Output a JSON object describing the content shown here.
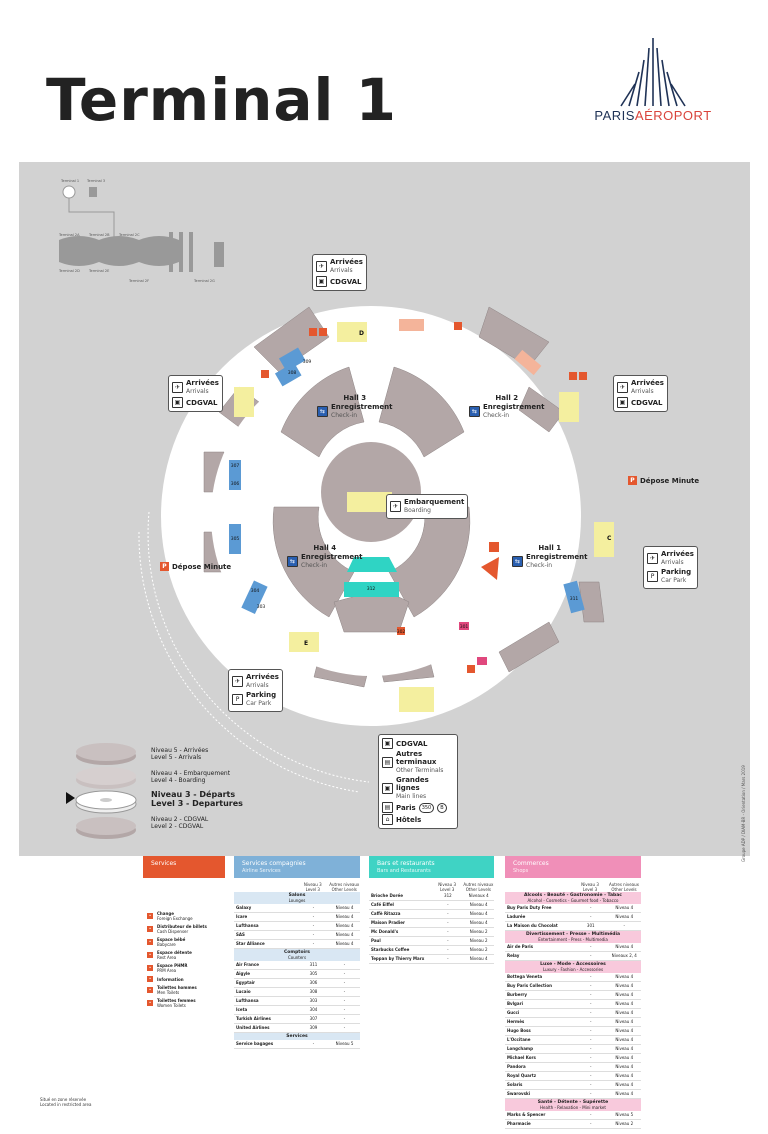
{
  "title": "Terminal 1",
  "brand": {
    "name_left": "PARIS",
    "name_right": "AÉROPORT"
  },
  "side_note": "Groupe ADP / DIAM-BR - Orientation / Mars 2019",
  "mini_map": {
    "labels": [
      "Terminal 1",
      "Terminal 3",
      "Terminal 2A",
      "Terminal 2B",
      "Terminal 2C",
      "Terminal 2D",
      "Terminal 2E",
      "Terminal 2F",
      "Terminal 2G"
    ]
  },
  "map": {
    "halls": [
      {
        "name": "Hall 3",
        "fr": "Enregistrement",
        "en": "Check-in"
      },
      {
        "name": "Hall 2",
        "fr": "Enregistrement",
        "en": "Check-in"
      },
      {
        "name": "Hall 4",
        "fr": "Enregistrement",
        "en": "Check-in"
      },
      {
        "name": "Hall 1",
        "fr": "Enregistrement",
        "en": "Check-in"
      }
    ],
    "boarding": {
      "fr": "Embarquement",
      "en": "Boarding"
    },
    "doors": [
      "D",
      "C",
      "E"
    ],
    "rooms": [
      "309",
      "308",
      "307",
      "306",
      "305",
      "304",
      "303",
      "312",
      "311",
      "302",
      "301"
    ],
    "depose_minute": "Dépose Minute",
    "box_arrivees_fr": "Arrivées",
    "box_arrivees_en": "Arrivals",
    "box_cdgval": "CDGVAL",
    "box_parking_fr": "Parking",
    "box_parking_en": "Car Park",
    "bottom_box": [
      {
        "fr": "CDGVAL",
        "en": ""
      },
      {
        "fr": "Autres terminaux",
        "en": "Other Terminals"
      },
      {
        "fr": "Grandes lignes",
        "en": "Main lines"
      },
      {
        "fr": "Paris",
        "en": ""
      },
      {
        "fr": "Hôtels",
        "en": ""
      }
    ],
    "bus_lines": [
      "350",
      "B"
    ]
  },
  "levels": [
    {
      "fr": "Niveau 5 - Arrivées",
      "en": "Level 5 - Arrivals"
    },
    {
      "fr": "Niveau 4 - Embarquement",
      "en": "Level 4 - Boarding"
    },
    {
      "fr": "Niveau 3 - Départs",
      "en": "Level 3 - Departures",
      "active": true
    },
    {
      "fr": "Niveau 2 - CDGVAL",
      "en": "Level 2 - CDGVAL"
    }
  ],
  "columns": {
    "services": {
      "title_fr": "Services",
      "color": "#e4572e",
      "items": [
        {
          "fr": "Change",
          "en": "Foreign Exchange"
        },
        {
          "fr": "Distributeur de billets",
          "en": "Cash Dispenser"
        },
        {
          "fr": "Espace bébé",
          "en": "Babycare"
        },
        {
          "fr": "Espace détente",
          "en": "Rest Area"
        },
        {
          "fr": "Espace PHMR",
          "en": "PRM Area"
        },
        {
          "fr": "Information",
          "en": ""
        },
        {
          "fr": "Toilettes hommes",
          "en": "Men Toilets"
        },
        {
          "fr": "Toilettes femmes",
          "en": "Women Toilets"
        }
      ]
    },
    "airline": {
      "title_fr": "Services compagnies",
      "title_en": "Airline Services",
      "color": "#7fb1d8",
      "hdr": [
        "",
        "Niveau 3",
        "Autres niveaux"
      ],
      "hdr_en": [
        "",
        "Level 3",
        "Other Levels"
      ],
      "sections": [
        {
          "fr": "Salons",
          "en": "Lounges",
          "rows": [
            [
              "Galaxy",
              "-",
              "Niveau 4"
            ],
            [
              "Icare",
              "-",
              "Niveau 4"
            ],
            [
              "Lufthansa",
              "-",
              "Niveau 4"
            ],
            [
              "SAS",
              "-",
              "Niveau 4"
            ],
            [
              "Star Alliance",
              "-",
              "Niveau 4"
            ]
          ]
        },
        {
          "fr": "Comptoirs",
          "en": "Counters",
          "rows": [
            [
              "Air France",
              "311",
              "-"
            ],
            [
              "Aigyle",
              "305",
              "-"
            ],
            [
              "Egyptair",
              "306",
              "-"
            ],
            [
              "Lucaio",
              "308",
              "-"
            ],
            [
              "Lufthansa",
              "303",
              "-"
            ],
            [
              "Iceta",
              "304",
              "-"
            ],
            [
              "Turkish Airlines",
              "307",
              "-"
            ],
            [
              "United Airlines",
              "309",
              "-"
            ]
          ]
        },
        {
          "fr": "Services",
          "en": "",
          "rows": [
            [
              "Service bagages",
              "-",
              "Niveau 5"
            ]
          ]
        }
      ]
    },
    "bars": {
      "title_fr": "Bars et restaurants",
      "title_en": "Bars and Restaurants",
      "color": "#3fd3c4",
      "hdr": [
        "",
        "Niveau 3",
        "Autres niveaux"
      ],
      "hdr_en": [
        "",
        "Level 3",
        "Other Levels"
      ],
      "rows": [
        [
          "Brioche Dorée",
          "312",
          "Niveaux 4"
        ],
        [
          "Café Eiffel",
          "-",
          "Niveau 4"
        ],
        [
          "Caffè Ritazza",
          "-",
          "Niveau 4"
        ],
        [
          "Maison Pradier",
          "-",
          "Niveau 4"
        ],
        [
          "Mc Donald's",
          "-",
          "Niveau 2"
        ],
        [
          "Paul",
          "-",
          "Niveau 2"
        ],
        [
          "Starbucks Coffee",
          "-",
          "Niveau 2"
        ],
        [
          "Teppan by Thierry Marx",
          "-",
          "Niveau 4"
        ]
      ]
    },
    "shops": {
      "title_fr": "Commerces",
      "title_en": "Shops",
      "color": "#f08fb8",
      "hdr": [
        "",
        "Niveau 3",
        "Autres niveaux"
      ],
      "hdr_en": [
        "",
        "Level 3",
        "Other Levels"
      ],
      "sections": [
        {
          "fr": "Alcools - Beauté - Gastronomie - Tabac",
          "en": "Alcohol - Cosmetics - Gourmet food - Tobacco",
          "rows": [
            [
              "Buy Paris Duty Free",
              "-",
              "Niveau 4"
            ],
            [
              "Ladurée",
              "-",
              "Niveau 4"
            ],
            [
              "La Maison du Chocolat",
              "301",
              "-"
            ]
          ]
        },
        {
          "fr": "Divertissement - Presse - Multimédia",
          "en": "Entertainment - Press - Multimedia",
          "rows": [
            [
              "Air de Paris",
              "-",
              "Niveau 4"
            ],
            [
              "Relay",
              "-",
              "Niveaux 2, 4"
            ]
          ]
        },
        {
          "fr": "Luxe - Mode - Accessoires",
          "en": "Luxury - Fashion - Accessories",
          "rows": [
            [
              "Bottega Veneta",
              "-",
              "Niveau 4"
            ],
            [
              "Buy Paris Collection",
              "-",
              "Niveau 4"
            ],
            [
              "Burberry",
              "-",
              "Niveau 4"
            ],
            [
              "Bvlgari",
              "-",
              "Niveau 4"
            ],
            [
              "Gucci",
              "-",
              "Niveau 4"
            ],
            [
              "Hermès",
              "-",
              "Niveau 4"
            ],
            [
              "Hugo Boss",
              "-",
              "Niveau 4"
            ],
            [
              "L'Occitane",
              "-",
              "Niveau 4"
            ],
            [
              "Longchamp",
              "-",
              "Niveau 4"
            ],
            [
              "Michael Kors",
              "-",
              "Niveau 4"
            ],
            [
              "Pandora",
              "-",
              "Niveau 4"
            ],
            [
              "Royal Quartz",
              "-",
              "Niveau 4"
            ],
            [
              "Solaris",
              "-",
              "Niveau 4"
            ],
            [
              "Swarovski",
              "-",
              "Niveau 4"
            ]
          ]
        },
        {
          "fr": "Santé - Détente - Supérette",
          "en": "Health - Relaxation - Mini market",
          "rows": [
            [
              "Marks & Spencer",
              "-",
              "Niveau 5"
            ],
            [
              "Pharmacie",
              "-",
              "Niveau 2"
            ]
          ]
        }
      ]
    }
  },
  "footnote": {
    "fr": "Situé en zone réservée",
    "en": "Located in restricted area"
  }
}
